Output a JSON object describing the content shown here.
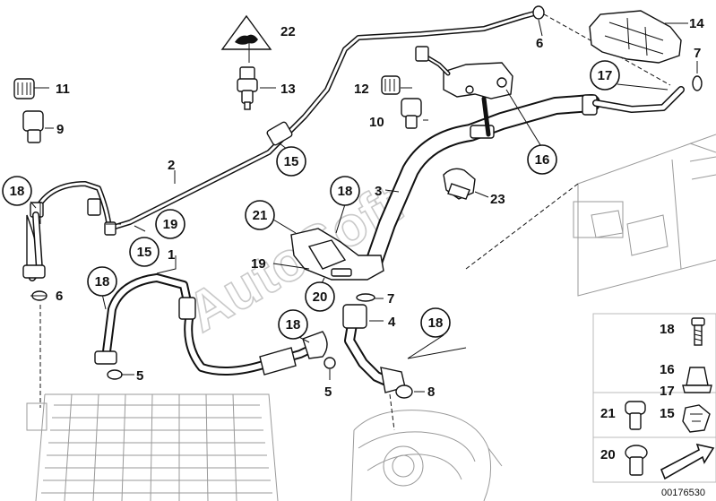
{
  "diagram": {
    "document_number": "00176530",
    "watermark": "AutoSoft",
    "callouts": {
      "c1": "1",
      "c2": "2",
      "c3": "3",
      "c4": "4",
      "c5a": "5",
      "c5b": "5",
      "c6a": "6",
      "c6b": "6",
      "c7a": "7",
      "c7b": "7",
      "c8": "8",
      "c9": "9",
      "c10": "10",
      "c11": "11",
      "c12": "12",
      "c13": "13",
      "c14": "14",
      "c15a": "15",
      "c15b": "15",
      "c16": "16",
      "c17": "17",
      "c18a": "18",
      "c18b": "18",
      "c18c": "18",
      "c18d": "18",
      "c18e": "18",
      "c19a": "19",
      "c19b": "19",
      "c20": "20",
      "c21": "21",
      "c22": "22",
      "c23": "23"
    },
    "legend": {
      "l18": "18",
      "l16": "16",
      "l17": "17",
      "l21": "21",
      "l15": "15",
      "l20": "20"
    }
  }
}
